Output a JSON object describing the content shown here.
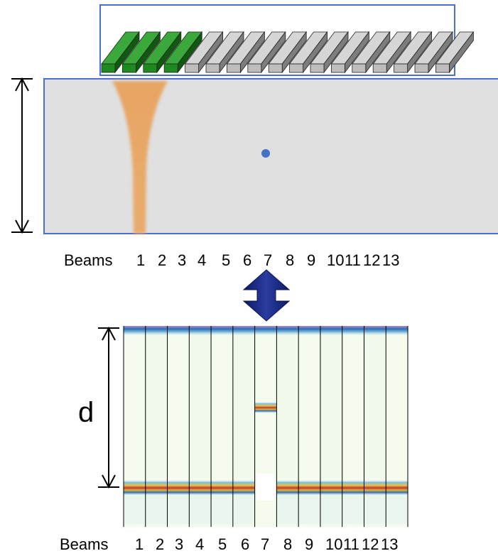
{
  "top_panel": {
    "beam_label": "Beams",
    "beam_numbers": [
      "1",
      "2",
      "3",
      "4",
      "5",
      "6",
      "7",
      "8",
      "9",
      "10",
      "11",
      "12",
      "13"
    ],
    "active_elements": 4,
    "total_elements": 17,
    "colors": {
      "active_element": "#1f8a1f",
      "inactive_element": "#bdbdbd",
      "medium": "#e0e0e0",
      "frame": "#4a6fd0",
      "beam": "#e7a25d",
      "target": "#4472c4"
    }
  },
  "bottom_panel": {
    "beam_label": "Beams",
    "beam_numbers": [
      "1",
      "2",
      "3",
      "4",
      "5",
      "6",
      "7",
      "8",
      "9",
      "10",
      "11",
      "12",
      "13"
    ],
    "depth_label": "d",
    "target_beam": 7,
    "colors": {
      "background": "#f3fbea",
      "arrow": "#1c2d8c"
    }
  }
}
